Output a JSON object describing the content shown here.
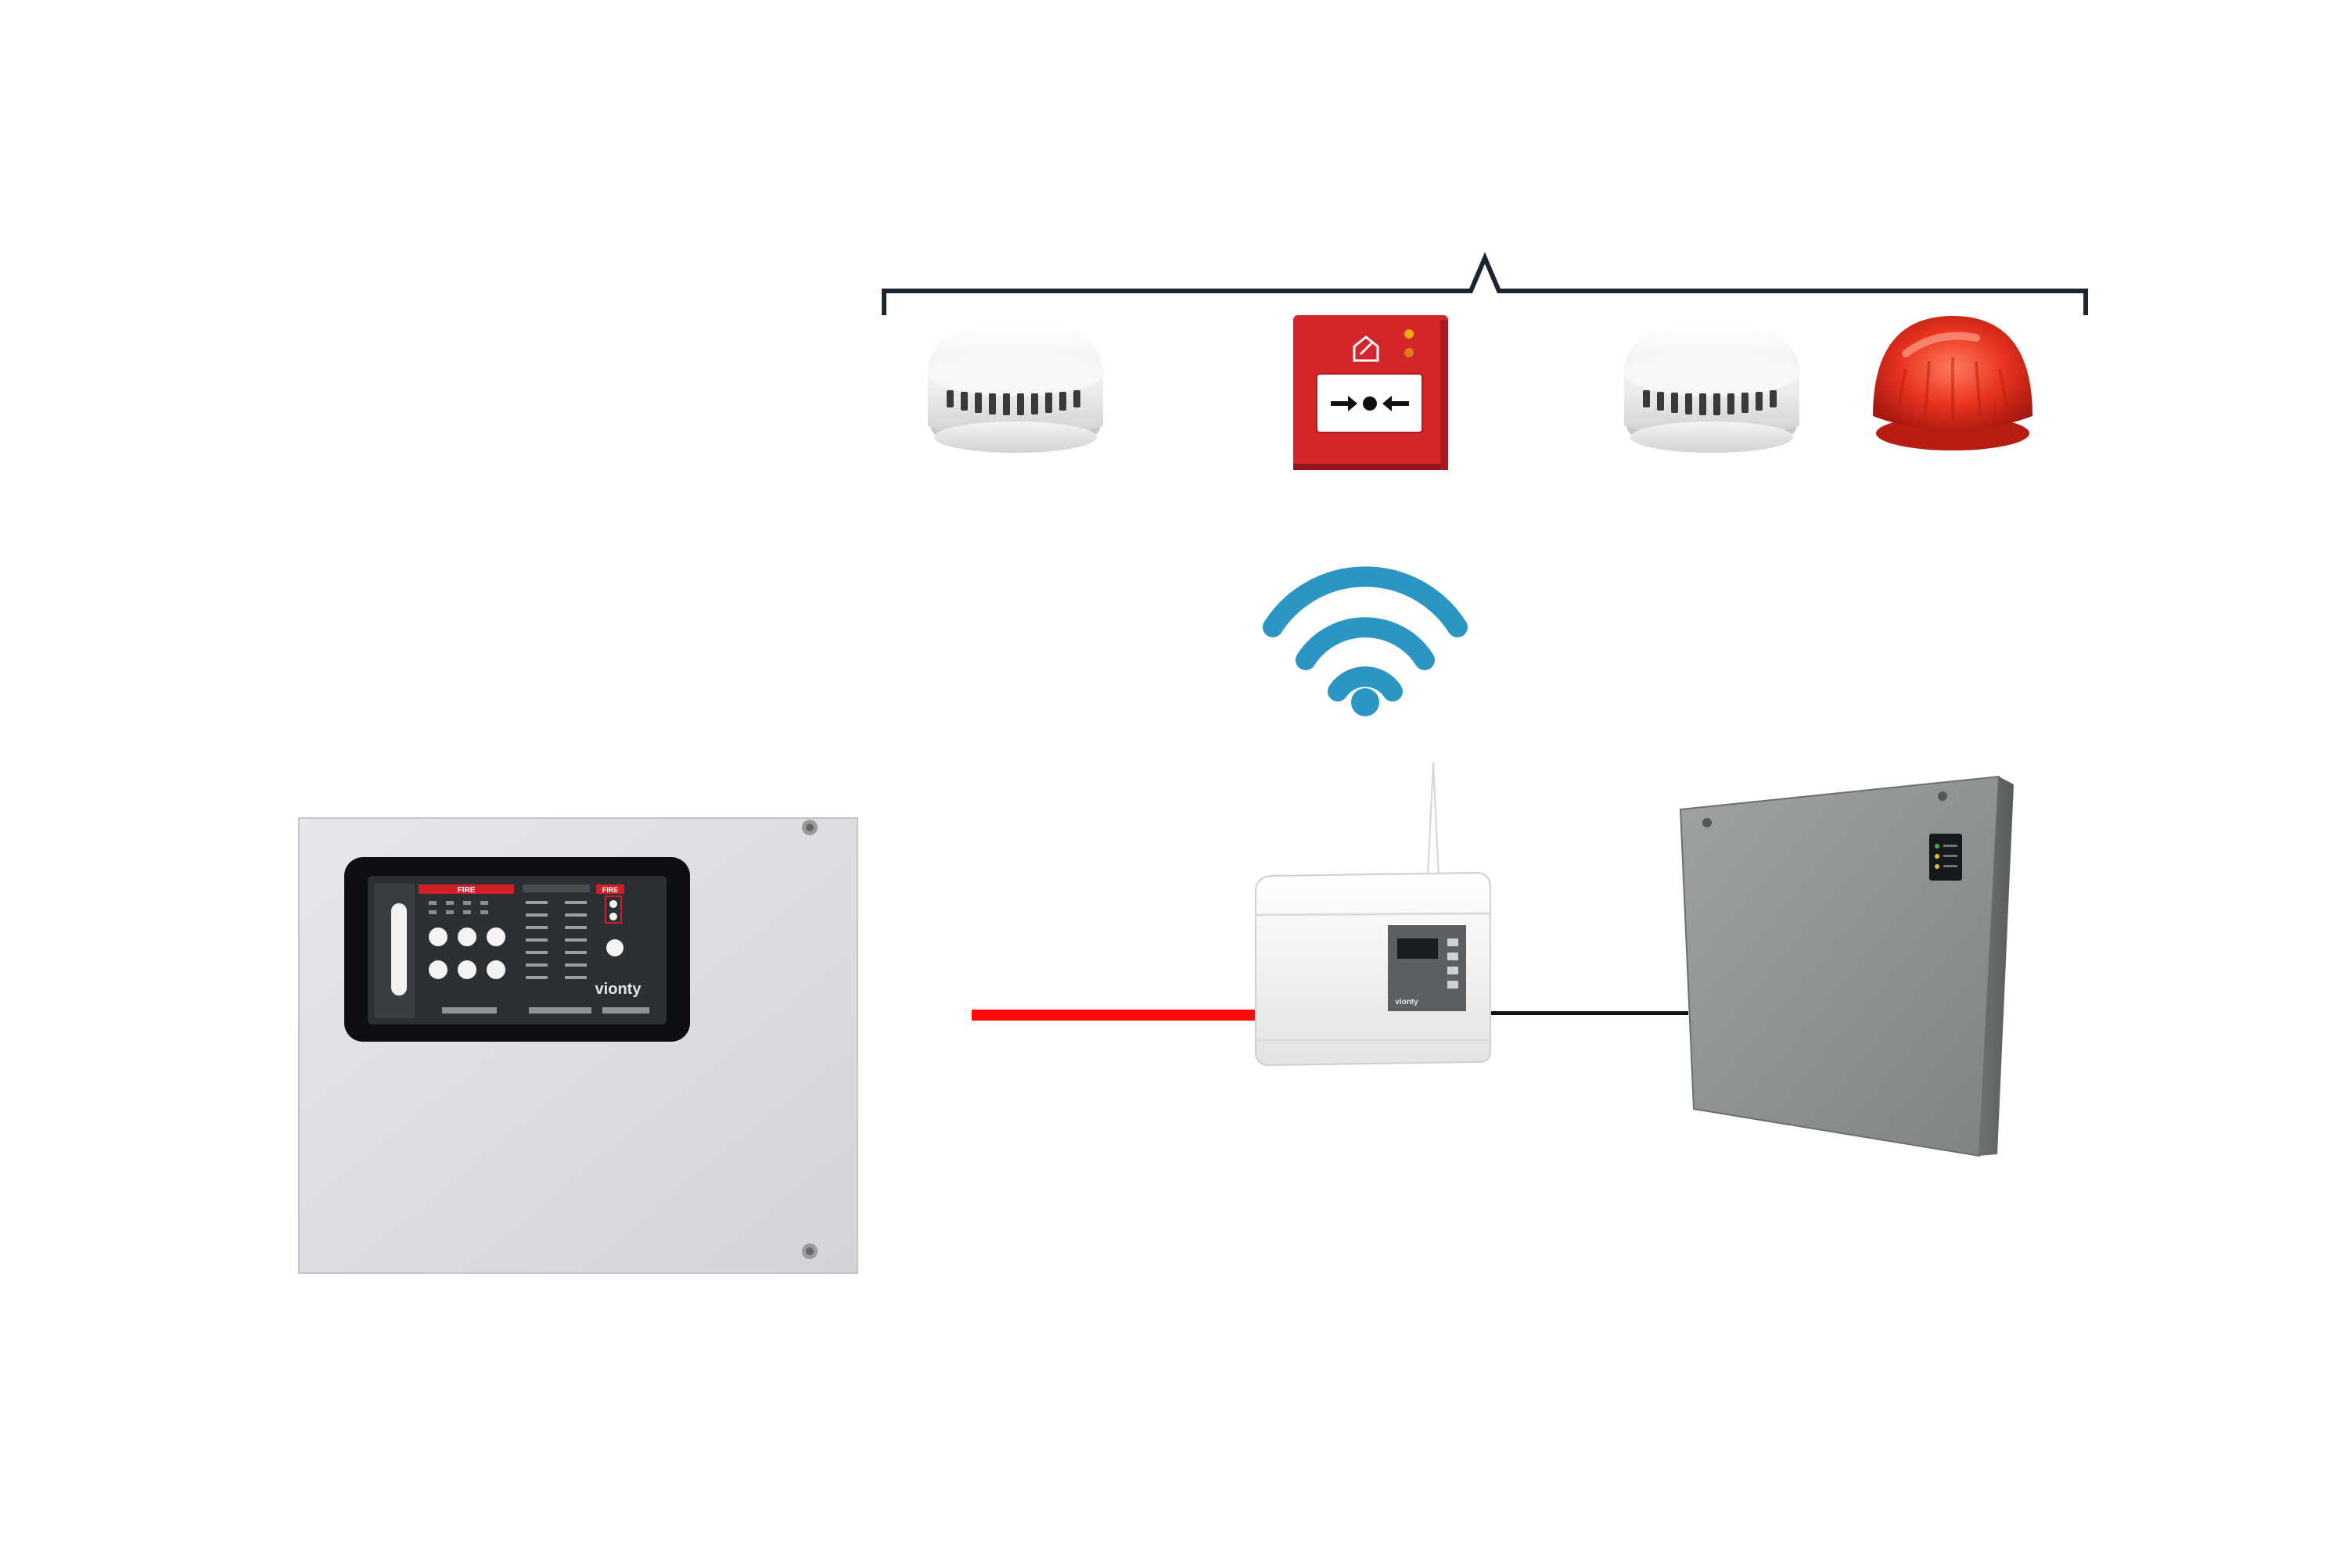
{
  "colors": {
    "background": "#ffffff",
    "bracket": "#1b2431",
    "wired_link": "#ff0a0a",
    "black_link": "#111111",
    "wifi": "#2b95c4",
    "call_point_red": "#d4252a",
    "sounder_red": "#e8331f",
    "detector_white": "#eeeeee",
    "panel_grey": "#dcdde1",
    "power_supply_grey": "#8c9090"
  },
  "icons": {
    "wireless": "wifi-icon",
    "smoke_detector": "smoke-detector-icon",
    "manual_call_point": "manual-call-point-icon",
    "sounder": "sounder-beacon-icon"
  },
  "devices": {
    "control_panel": {
      "brand": "vionty",
      "indicator_left": "FIRE",
      "indicator_right": "FIRE"
    },
    "wireless_translator": {
      "brand": "vionty"
    }
  }
}
